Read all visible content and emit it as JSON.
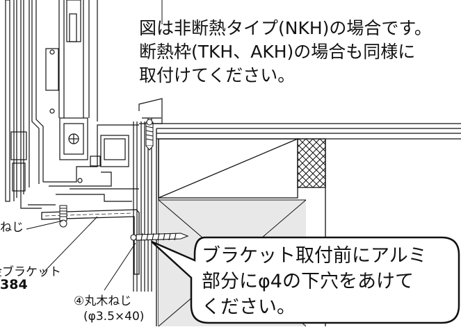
{
  "note": {
    "line1": "図は非断熱タイプ(NKH)の場合です。",
    "line2": "断熱枠(TKH、AKH)の場合も同様に",
    "line3": "取付けてください。"
  },
  "labels": {
    "screw_partial": "ねじ",
    "bracket_partial": "金ブラケット",
    "part_no_partial": "384",
    "screw4_name": "④丸木ねじ",
    "screw4_size": "(φ3.5×40)"
  },
  "callout": {
    "line1": "ブラケット取付前にアルミ",
    "line2": "部分にφ4の下穴をあけて",
    "line3": "ください。"
  }
}
